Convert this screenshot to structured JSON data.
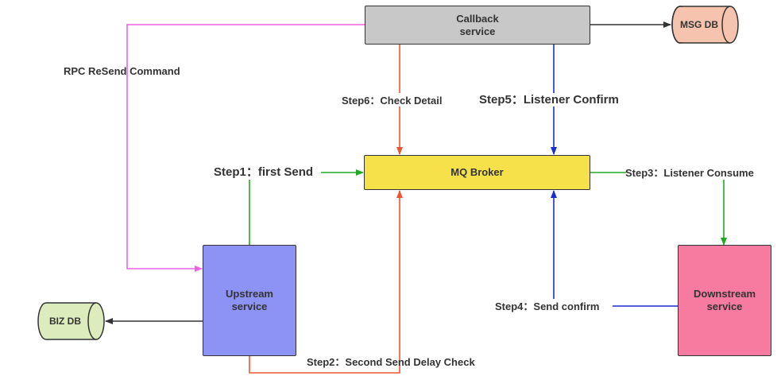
{
  "nodes": {
    "callback": "Callback\nservice",
    "mq_broker": "MQ Broker",
    "upstream": "Upstream\nservice",
    "downstream": "Downstream\nservice",
    "msg_db": "MSG DB",
    "biz_db": "BIZ DB"
  },
  "edges": {
    "rpc_resend": "RPC ReSend Command",
    "step1": "Step1：first Send",
    "step2": "Step2：Second Send Delay Check",
    "step3": "Step3：Listener Consume",
    "step4": "Step4：Send confirm",
    "step5": "Step5：Listener Confirm",
    "step6": "Step6：Check Detail"
  },
  "colors": {
    "callback_fill": "#c8c8c8",
    "mq_fill": "#f7e14a",
    "upstream_fill": "#8c93f5",
    "downstream_fill": "#f77aa0",
    "msg_db_fill": "#f6c4ae",
    "biz_db_fill": "#dcecbc",
    "pink_line": "#f060e0",
    "green_line": "#22aa22",
    "orange_line": "#ee5533",
    "blue_line": "#1a2fd0",
    "dark_line": "#333333"
  }
}
